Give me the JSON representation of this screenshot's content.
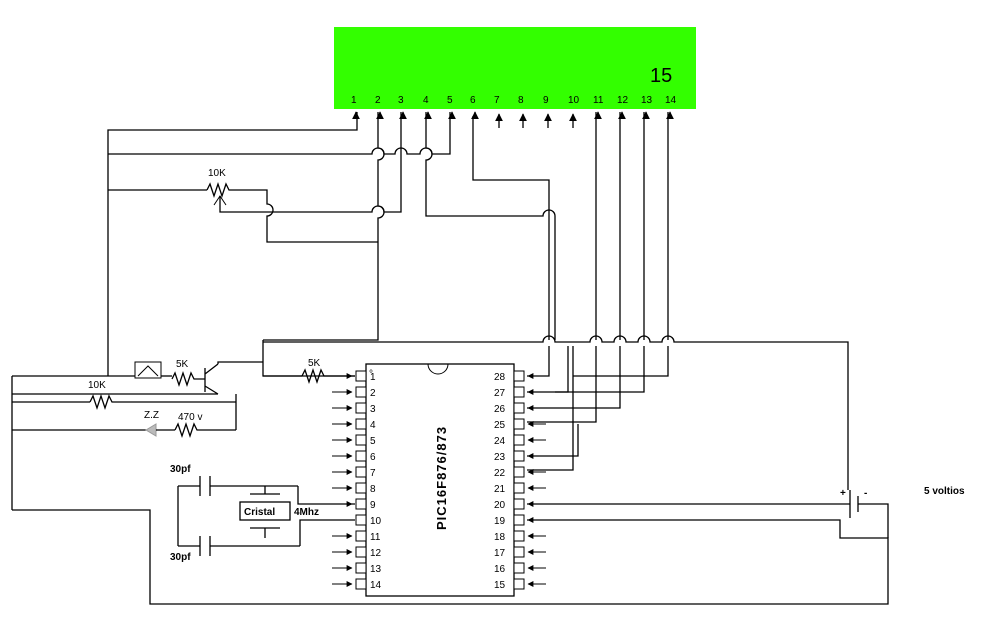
{
  "lcd": {
    "color": "#33ff00",
    "number": "15",
    "pins": [
      "1",
      "2",
      "3",
      "4",
      "5",
      "6",
      "7",
      "8",
      "9",
      "10",
      "11",
      "12",
      "13",
      "14"
    ]
  },
  "pic": {
    "name": "PIC16F876/873",
    "pin_marker": "°",
    "left_pins": [
      "1",
      "2",
      "3",
      "4",
      "5",
      "6",
      "7",
      "8",
      "9",
      "10",
      "11",
      "12",
      "13",
      "14"
    ],
    "right_pins": [
      "28",
      "27",
      "26",
      "25",
      "24",
      "23",
      "22",
      "21",
      "20",
      "19",
      "18",
      "17",
      "16",
      "15"
    ]
  },
  "components": {
    "pot_lcd": "10K",
    "res_base": "5K",
    "res_pin1": "5K",
    "res_left": "10K",
    "res_led": "470 v",
    "led_label": "Z.Z",
    "cap_top": "30pf",
    "cap_bottom": "30pf",
    "crystal": "Cristal",
    "crystal_freq": "4Mhz",
    "supply": "5 voltios"
  }
}
